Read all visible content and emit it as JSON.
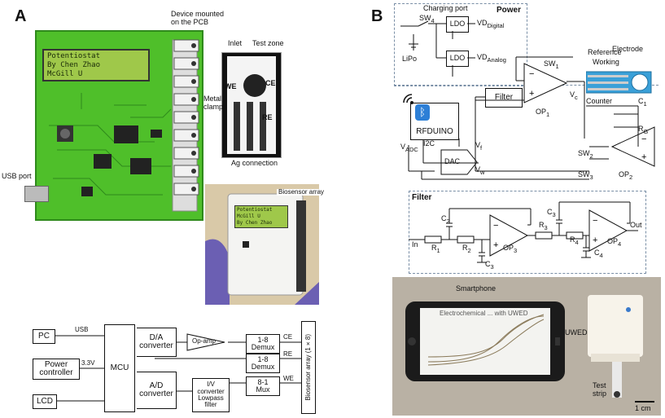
{
  "panel_a": {
    "letter": "A",
    "pcb_labels": {
      "device_mounted": "Device mounted\non the PCB",
      "usb_port": "USB port",
      "inlet": "Inlet",
      "test_zone": "Test zone",
      "metal_clamps": "Metal\nclamps",
      "ag_connection": "Ag connection",
      "we": "WE",
      "re": "RE",
      "ce": "CE"
    },
    "lcd_lines": [
      "Potentiostat",
      "By Chen Zhao",
      "McGill U"
    ],
    "device_photo": {
      "biosensor_array": "Biosensor array",
      "lcd_lines": [
        "Potentiostat",
        "McGill U",
        "By Chen Zhao"
      ]
    },
    "block_diagram": {
      "pc": "PC",
      "usb": "USB",
      "power_controller": "Power\ncontroller",
      "v33": "3.3V",
      "lcd": "LCD",
      "mcu": "MCU",
      "da": "D/A\nconverter",
      "ad": "A/D\nconverter",
      "opamp": "Op-amp",
      "demux1": "1-8\nDemux",
      "demux2": "1-8\nDemux",
      "mux": "8-1\nMux",
      "iv": "I/V\nconverter\nLowpass\nfilter",
      "ce": "CE",
      "re": "RE",
      "we": "WE",
      "array": "Biosensor array (1×8)"
    }
  },
  "panel_b": {
    "letter": "B",
    "power": {
      "title": "Power",
      "charging_port": "Charging port",
      "sw4": "SW",
      "sw4_sub": "4",
      "ldo1": "LDO",
      "ldo2": "LDO",
      "vd_digital": "VD",
      "vd_digital_sub": "Digital",
      "vd_analog": "VD",
      "vd_analog_sub": "Analog",
      "lipo": "LiPo"
    },
    "circuit": {
      "electrode": "Electrode",
      "reference": "Reference",
      "working": "Working",
      "counter": "Counter",
      "sw1": "SW",
      "sw1_sub": "1",
      "op1": "OP",
      "op1_sub": "1",
      "vc": "V",
      "vc_sub": "c",
      "filter": "Filter",
      "rfduino": "RFDUINO",
      "i2c": "I2C",
      "vf": "V",
      "vf_sub": "f",
      "dac": "DAC",
      "vw": "V",
      "vw_sub": "w",
      "vadc": "V",
      "vadc_sub": "ADC",
      "c1": "C",
      "c1_sub": "1",
      "rg": "R",
      "rg_sub": "G",
      "sw2": "SW",
      "sw2_sub": "2",
      "sw3": "SW",
      "sw3_sub": "3",
      "op2": "OP",
      "op2_sub": "2"
    },
    "filter": {
      "title": "Filter",
      "in": "In",
      "out": "Out",
      "r1": "R",
      "r1_sub": "1",
      "r2": "R",
      "r2_sub": "2",
      "r3": "R",
      "r3_sub": "3",
      "r4": "R",
      "r4_sub": "4",
      "c2": "C",
      "c2_sub": "2",
      "c3a": "C",
      "c3a_sub": "3",
      "c3b": "C",
      "c3b_sub": "3",
      "c4": "C",
      "c4_sub": "4",
      "op3": "OP",
      "op3_sub": "3",
      "op4": "OP",
      "op4_sub": "4"
    },
    "photo": {
      "smartphone": "Smartphone",
      "uwed": "UWED",
      "test_strip": "Test\nstrip",
      "scale": "1 cm",
      "screen_title": "Electrochemical ... with UWED"
    }
  },
  "colors": {
    "pcb_green": "#4fbf2a",
    "pcb_dark": "#2f8a1c",
    "lcd_bg": "#9fc84a",
    "photo_bg": "#b9b1a4",
    "glove": "#6b5fb3",
    "dashed": "#7a8fa6"
  }
}
